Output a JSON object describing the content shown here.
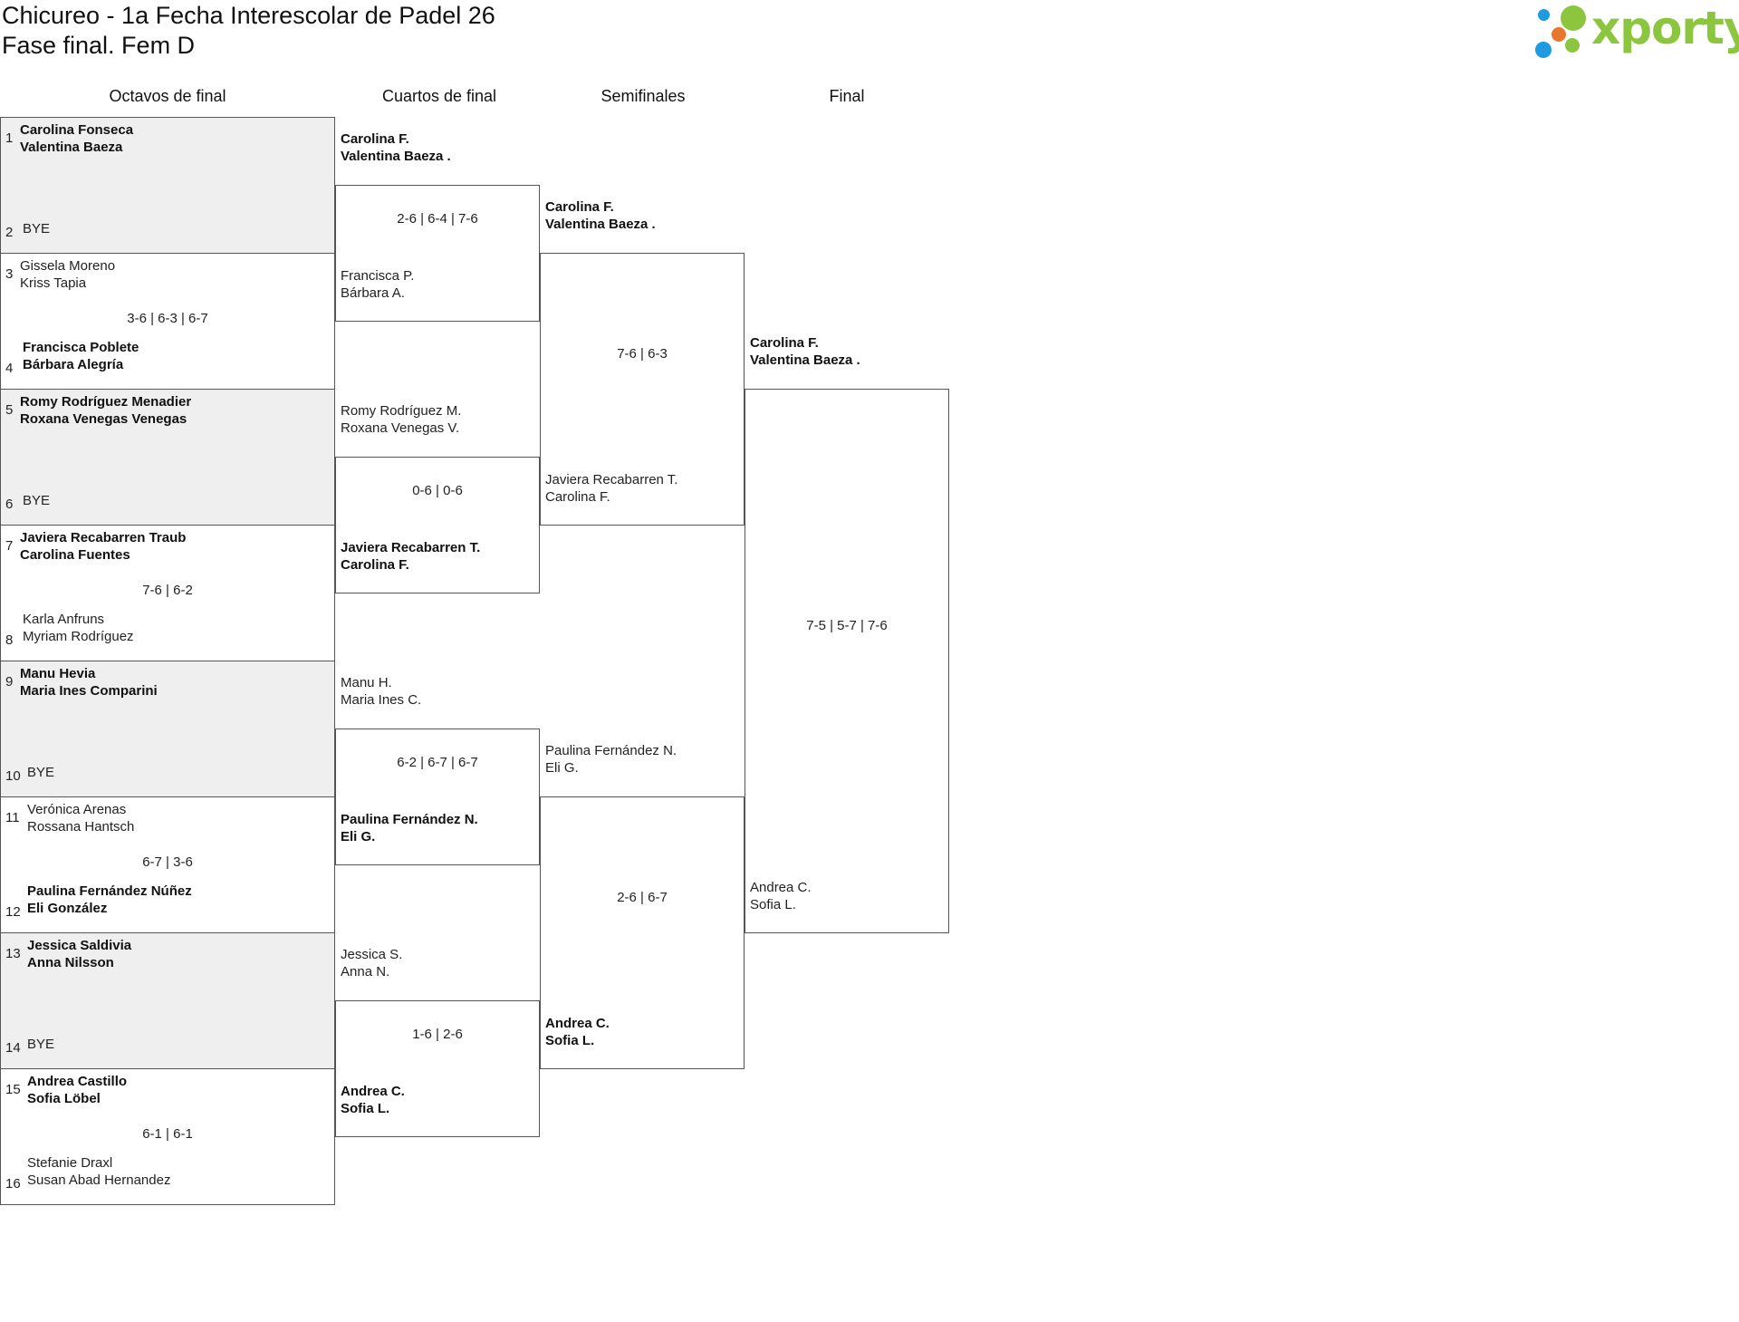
{
  "header": {
    "title": "Chicureo - 1a Fecha Interescolar de Padel 26",
    "subtitle": "Fase final. Fem D",
    "brand": "xporty",
    "brand_color": "#8cc63f"
  },
  "rounds": [
    "Octavos de final",
    "Cuartos de final",
    "Semifinales",
    "Final"
  ],
  "octavos": [
    {
      "n1": "1",
      "p1": [
        "Carolina Fonseca",
        "Valentina Baeza"
      ],
      "w1": true,
      "n2": "2",
      "p2": [
        "BYE"
      ],
      "w2": false,
      "score": "",
      "bye": true
    },
    {
      "n1": "3",
      "p1": [
        "Gissela Moreno",
        "Kriss Tapia"
      ],
      "w1": false,
      "n2": "4",
      "p2": [
        "Francisca Poblete",
        "Bárbara Alegría"
      ],
      "w2": true,
      "score": "3-6 | 6-3 | 6-7",
      "bye": false
    },
    {
      "n1": "5",
      "p1": [
        "Romy Rodríguez Menadier",
        "Roxana Venegas Venegas"
      ],
      "w1": true,
      "n2": "6",
      "p2": [
        "BYE"
      ],
      "w2": false,
      "score": "",
      "bye": true
    },
    {
      "n1": "7",
      "p1": [
        "Javiera Recabarren Traub",
        "Carolina Fuentes"
      ],
      "w1": true,
      "n2": "8",
      "p2": [
        "Karla Anfruns",
        "Myriam Rodríguez"
      ],
      "w2": false,
      "score": "7-6 | 6-2",
      "bye": false
    },
    {
      "n1": "9",
      "p1": [
        "Manu Hevia",
        "Maria Ines Comparini"
      ],
      "w1": true,
      "n2": "10",
      "p2": [
        "BYE"
      ],
      "w2": false,
      "score": "",
      "bye": true
    },
    {
      "n1": "11",
      "p1": [
        "Verónica Arenas",
        "Rossana Hantsch"
      ],
      "w1": false,
      "n2": "12",
      "p2": [
        "Paulina Fernández Núñez",
        "Eli González"
      ],
      "w2": true,
      "score": "6-7 | 3-6",
      "bye": false
    },
    {
      "n1": "13",
      "p1": [
        "Jessica Saldivia",
        "Anna Nilsson"
      ],
      "w1": true,
      "n2": "14",
      "p2": [
        "BYE"
      ],
      "w2": false,
      "score": "",
      "bye": true
    },
    {
      "n1": "15",
      "p1": [
        "Andrea Castillo",
        "Sofia Löbel"
      ],
      "w1": true,
      "n2": "16",
      "p2": [
        "Stefanie Draxl",
        "Susan Abad Hernandez"
      ],
      "w2": false,
      "score": "6-1 | 6-1",
      "bye": false
    }
  ],
  "cuartos": [
    {
      "p1": [
        "Carolina F.",
        "Valentina Baeza ."
      ],
      "w1": true,
      "p2": [
        "Francisca P.",
        "Bárbara A."
      ],
      "w2": false,
      "score": "2-6 | 6-4 | 7-6"
    },
    {
      "p1": [
        "Romy Rodríguez M.",
        "Roxana Venegas V."
      ],
      "w1": false,
      "p2": [
        "Javiera Recabarren T.",
        "Carolina F."
      ],
      "w2": true,
      "score": "0-6 | 0-6"
    },
    {
      "p1": [
        "Manu H.",
        "Maria Ines C."
      ],
      "w1": false,
      "p2": [
        "Paulina Fernández N.",
        "Eli G."
      ],
      "w2": true,
      "score": "6-2 | 6-7 | 6-7"
    },
    {
      "p1": [
        "Jessica S.",
        "Anna N."
      ],
      "w1": false,
      "p2": [
        "Andrea C.",
        "Sofia L."
      ],
      "w2": true,
      "score": "1-6 | 2-6"
    }
  ],
  "semis": [
    {
      "p1": [
        "Carolina F.",
        "Valentina Baeza ."
      ],
      "w1": true,
      "p2": [
        "Javiera Recabarren T.",
        "Carolina F."
      ],
      "w2": false,
      "score": "7-6 | 6-3"
    },
    {
      "p1": [
        "Paulina Fernández N.",
        "Eli G."
      ],
      "w1": false,
      "p2": [
        "Andrea C.",
        "Sofia L."
      ],
      "w2": true,
      "score": "2-6 | 6-7"
    }
  ],
  "final": {
    "p1": [
      "Carolina F.",
      "Valentina Baeza ."
    ],
    "w1": true,
    "p2": [
      "Andrea C.",
      "Sofia L."
    ],
    "w2": false,
    "score": "7-5 | 5-7 | 7-6"
  }
}
